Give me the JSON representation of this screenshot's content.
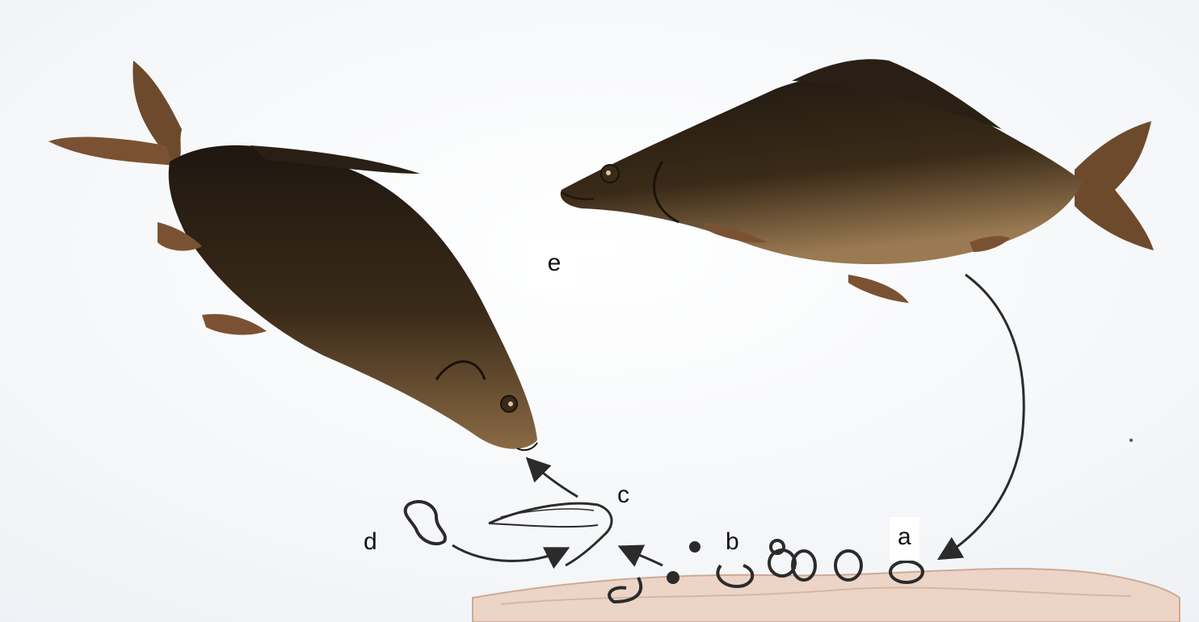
{
  "labels": {
    "a": "a",
    "b": "b",
    "c": "c",
    "d": "d",
    "e": "e"
  },
  "colors": {
    "background": "#f7f8fa",
    "fish_dark": "#2a2014",
    "fish_mid": "#4a3620",
    "fish_belly": "#8a6a45",
    "fin": "#6e4a2c",
    "outline": "#2b2b2b",
    "seabed": "#e9cfbf"
  }
}
